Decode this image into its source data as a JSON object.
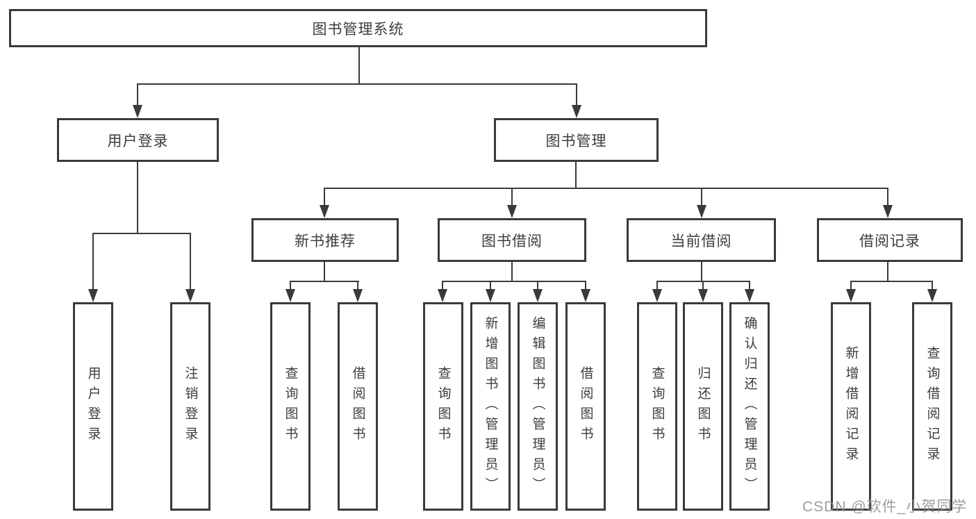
{
  "root": {
    "label": "图书管理系统"
  },
  "level2": [
    {
      "label": "用户登录"
    },
    {
      "label": "图书管理"
    }
  ],
  "level3": [
    {
      "label": "新书推荐",
      "parent": "图书管理"
    },
    {
      "label": "图书借阅",
      "parent": "图书管理"
    },
    {
      "label": "当前借阅",
      "parent": "图书管理"
    },
    {
      "label": "借阅记录",
      "parent": "图书管理"
    }
  ],
  "leaves": [
    {
      "label": "用户登录",
      "parent": "用户登录"
    },
    {
      "label": "注销登录",
      "parent": "用户登录"
    },
    {
      "label": "查询图书",
      "parent": "新书推荐"
    },
    {
      "label": "借阅图书",
      "parent": "新书推荐"
    },
    {
      "label": "查询图书",
      "parent": "图书借阅"
    },
    {
      "label": "新增图书（管理员）",
      "parent": "图书借阅"
    },
    {
      "label": "编辑图书（管理员）",
      "parent": "图书借阅"
    },
    {
      "label": "借阅图书",
      "parent": "图书借阅"
    },
    {
      "label": "查询图书",
      "parent": "当前借阅"
    },
    {
      "label": "归还图书",
      "parent": "当前借阅"
    },
    {
      "label": "确认归还（管理员）",
      "parent": "当前借阅"
    },
    {
      "label": "新增借阅记录",
      "parent": "借阅记录"
    },
    {
      "label": "查询借阅记录",
      "parent": "借阅记录"
    }
  ],
  "watermark": {
    "text": "CSDN @软件_小贺同学"
  },
  "colors": {
    "line": "#3a3a3a",
    "text": "#3d3d3d",
    "background": "#ffffff",
    "watermark": "#8c8c8c"
  }
}
